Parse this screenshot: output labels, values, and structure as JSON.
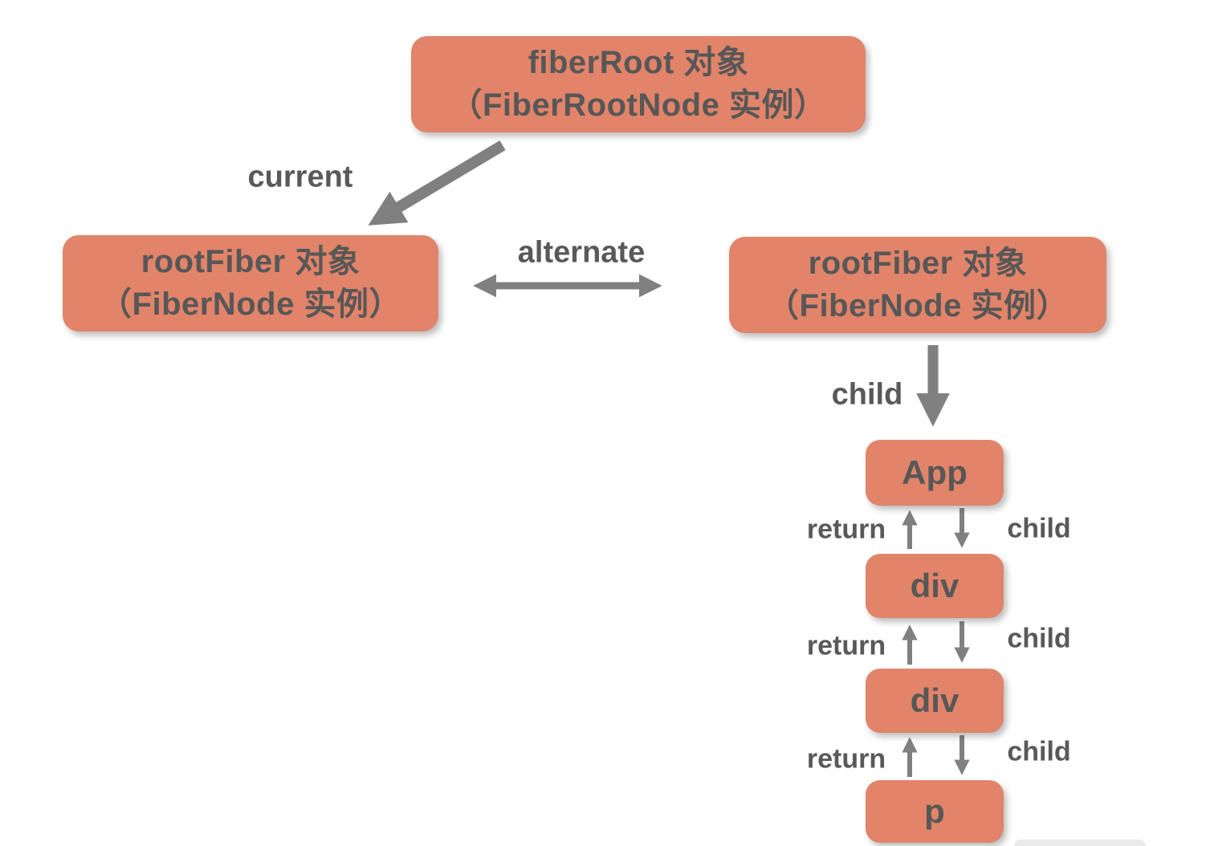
{
  "colors": {
    "node_fill": "#E2846A",
    "node_text": "#575757",
    "label_text": "#595959",
    "arrow": "#808080",
    "background": "#FFFFFF",
    "cropped_fill": "#EBEBEB"
  },
  "nodes": {
    "fiberRoot": {
      "line1": "fiberRoot 对象",
      "line2": "（FiberRootNode 实例）"
    },
    "rootFiberLeft": {
      "line1": "rootFiber 对象",
      "line2": "（FiberNode 实例）"
    },
    "rootFiberRight": {
      "line1": "rootFiber 对象",
      "line2": "（FiberNode 实例）"
    },
    "app": {
      "label": "App"
    },
    "div1": {
      "label": "div"
    },
    "div2": {
      "label": "div"
    },
    "p": {
      "label": "p"
    }
  },
  "edges": {
    "current": {
      "label": "current"
    },
    "alternate": {
      "label": "alternate"
    },
    "child_root": {
      "label": "child"
    },
    "link1": {
      "return_label": "return",
      "child_label": "child"
    },
    "link2": {
      "return_label": "return",
      "child_label": "child"
    },
    "link3": {
      "return_label": "return",
      "child_label": "child"
    }
  }
}
